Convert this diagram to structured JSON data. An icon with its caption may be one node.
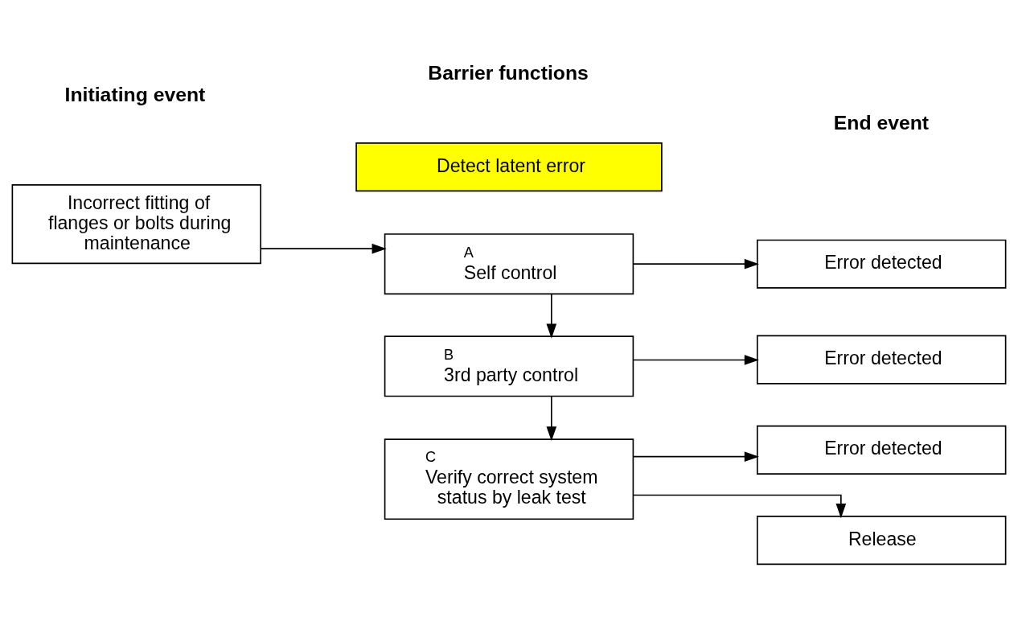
{
  "diagram": {
    "nodes": [
      {
        "text": [
          "Detect latent error"
        ]
      },
      {
        "text": [
          "Incorrect fitting of flanges or bolts during maintenance"
        ]
      },
      {
        "text": [
          "A",
          "Self control"
        ]
      },
      {
        "text": [
          "Error detected"
        ]
      },
      {
        "text": [
          "B",
          "3rd party control"
        ]
      },
      {
        "text": [
          "Error detected"
        ]
      },
      {
        "text": [
          "C",
          "Verify correct system status by leak test"
        ]
      },
      {
        "text": [
          "Error detected"
        ]
      },
      {
        "text": [
          "Release"
        ]
      }
    ],
    "edges": [
      {
        "from": 1,
        "to": 2,
        "arrow": "to"
      },
      {
        "from": 2,
        "to": 3,
        "arrow": "to"
      },
      {
        "from": 2,
        "to": 4,
        "arrow": "to"
      },
      {
        "from": 4,
        "to": 5,
        "arrow": "to"
      },
      {
        "from": 4,
        "to": 6,
        "arrow": "to"
      },
      {
        "from": 6,
        "to": 7,
        "arrow": "to"
      },
      {
        "from": 6,
        "to": 8,
        "arrow": "to"
      }
    ],
    "labels": [
      "Initiating event",
      "Barrier functions",
      "End event"
    ]
  }
}
